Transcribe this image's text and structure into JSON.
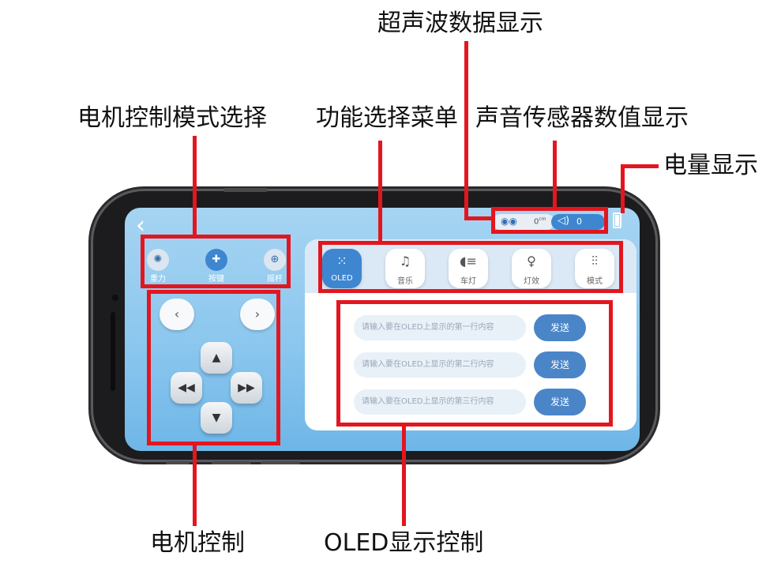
{
  "annotations": {
    "ultrasonic": "超声波数据显示",
    "motor_mode": "电机控制模式选择",
    "function_menu": "功能选择菜单",
    "sound_sensor": "声音传感器数值显示",
    "battery": "电量显示",
    "motor_control": "电机控制",
    "oled_control": "OLED显示控制"
  },
  "status": {
    "ultrasonic_value": "0",
    "ultrasonic_unit": "cm",
    "sound_value": "0"
  },
  "motor_modes": [
    {
      "label": "重力",
      "icon": "gravity-icon"
    },
    {
      "label": "按键",
      "icon": "gamepad-dpad-icon",
      "active": true
    },
    {
      "label": "摇杆",
      "icon": "joystick-icon"
    }
  ],
  "functions": [
    {
      "label": "OLED",
      "icon": "grid-dots-icon",
      "active": true
    },
    {
      "label": "音乐",
      "icon": "music-note-icon"
    },
    {
      "label": "车灯",
      "icon": "headlight-icon"
    },
    {
      "label": "灯效",
      "icon": "bulb-icon"
    },
    {
      "label": "模式",
      "icon": "sliders-icon"
    }
  ],
  "oled": {
    "placeholders": [
      "请输入要在OLED上显示的第一行内容",
      "请输入要在OLED上显示的第二行内容",
      "请输入要在OLED上显示的第三行内容"
    ],
    "send_label": "发送"
  },
  "colors": {
    "accent": "#3e86cf",
    "annotation": "#e3161f"
  }
}
